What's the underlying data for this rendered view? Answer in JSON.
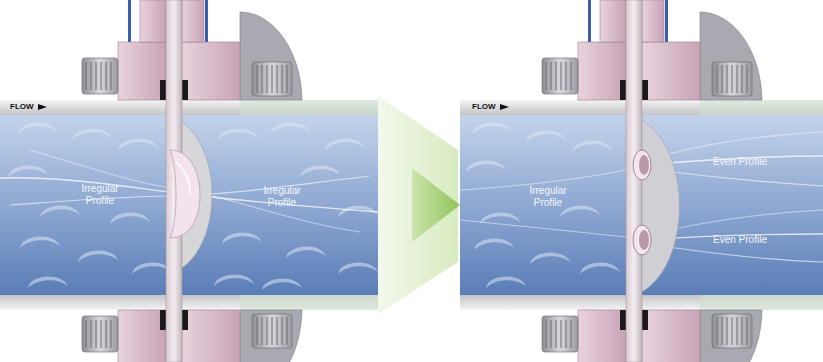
{
  "diagram": {
    "labels": [
      "FLOW",
      "Irregular Profile",
      "Irregular Profile",
      "FLOW",
      "Irregular Profile",
      "Even Profile",
      "Even Profile"
    ]
  }
}
